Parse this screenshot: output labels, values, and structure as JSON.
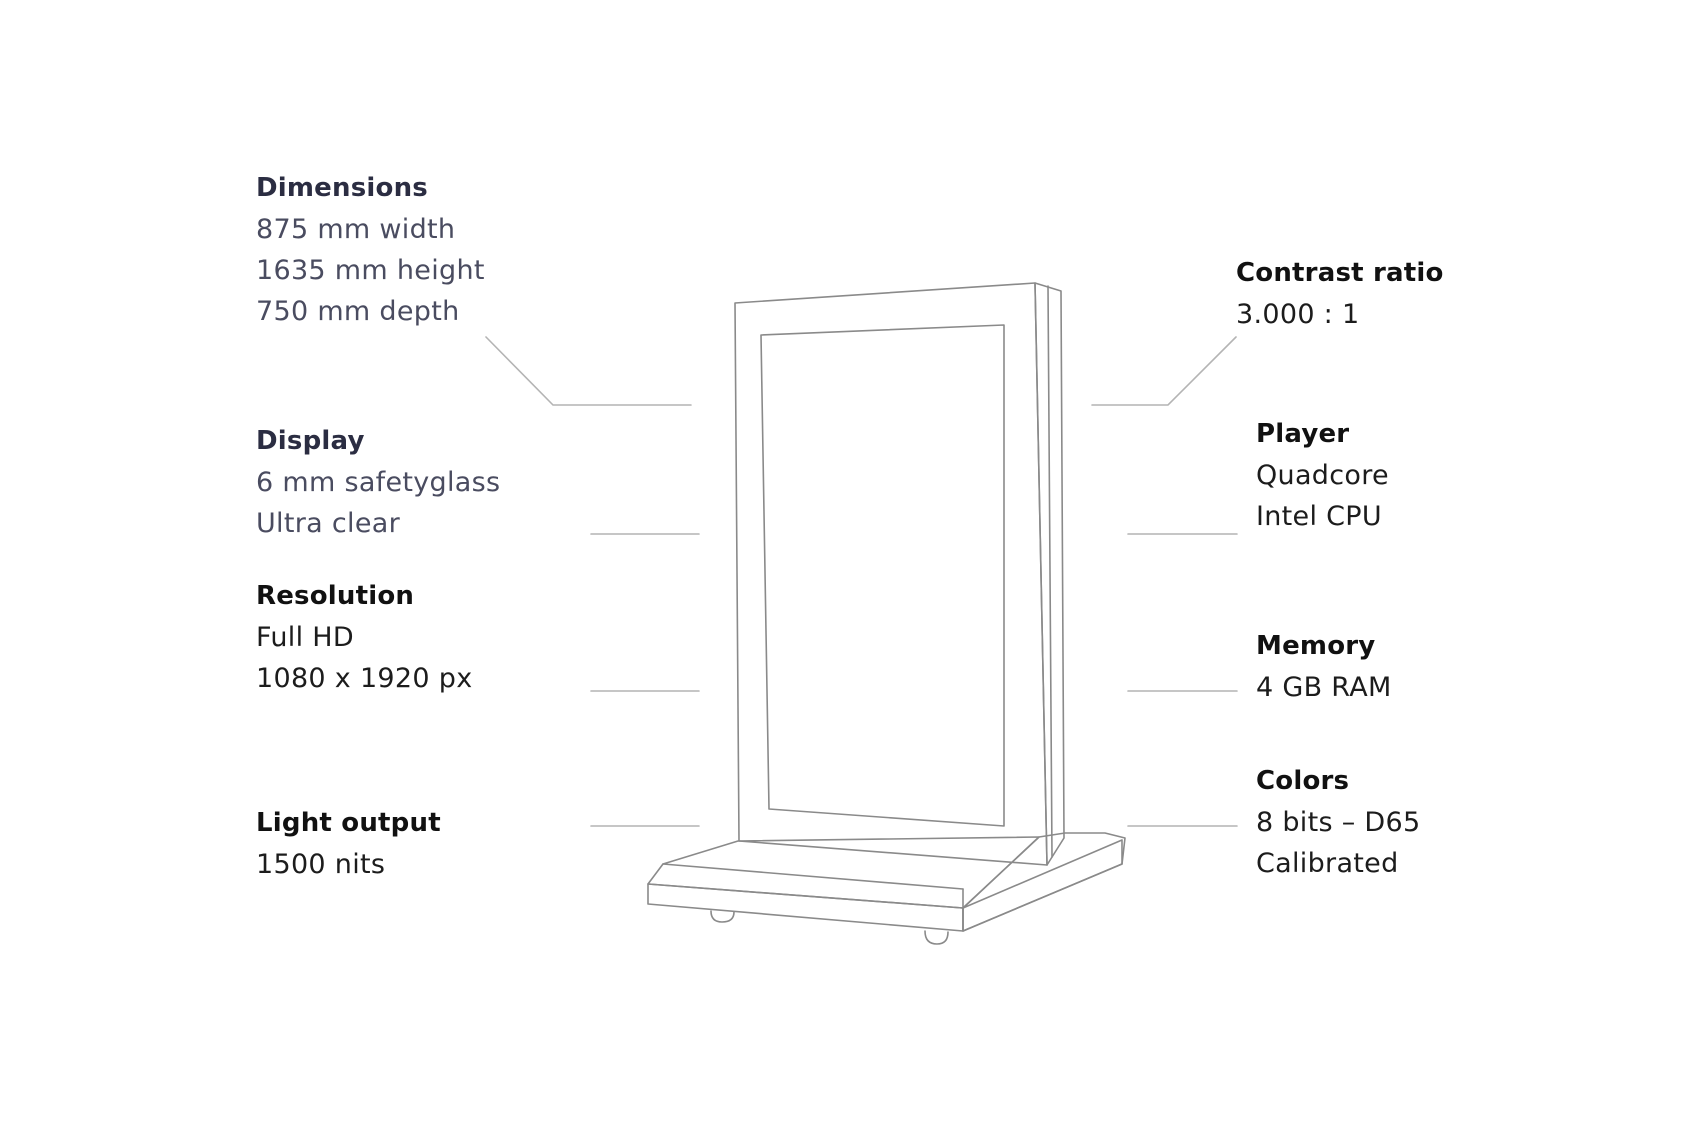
{
  "specs": {
    "dimensions": {
      "title": "Dimensions",
      "lines": [
        "875 mm width",
        "1635 mm height",
        "750 mm depth"
      ]
    },
    "display": {
      "title": "Display",
      "lines": [
        "6 mm safetyglass",
        "Ultra clear"
      ]
    },
    "resolution": {
      "title": "Resolution",
      "lines": [
        "Full HD",
        "1080 x 1920 px"
      ]
    },
    "light_output": {
      "title": "Light output",
      "lines": [
        "1500 nits"
      ]
    },
    "contrast_ratio": {
      "title": "Contrast ratio",
      "lines": [
        "3.000 : 1"
      ]
    },
    "player": {
      "title": "Player",
      "lines": [
        "Quadcore",
        "Intel CPU"
      ]
    },
    "memory": {
      "title": "Memory",
      "lines": [
        "4 GB RAM"
      ]
    },
    "colors": {
      "title": "Colors",
      "lines": [
        "8 bits – D65",
        "Calibrated"
      ]
    }
  },
  "colors": {
    "heading_navy": "#2b2d42",
    "text_navy": "#4a4c60",
    "heading_dark": "#111111",
    "line_art": "#8a8a8a",
    "leader_line": "#b4b4b4"
  }
}
